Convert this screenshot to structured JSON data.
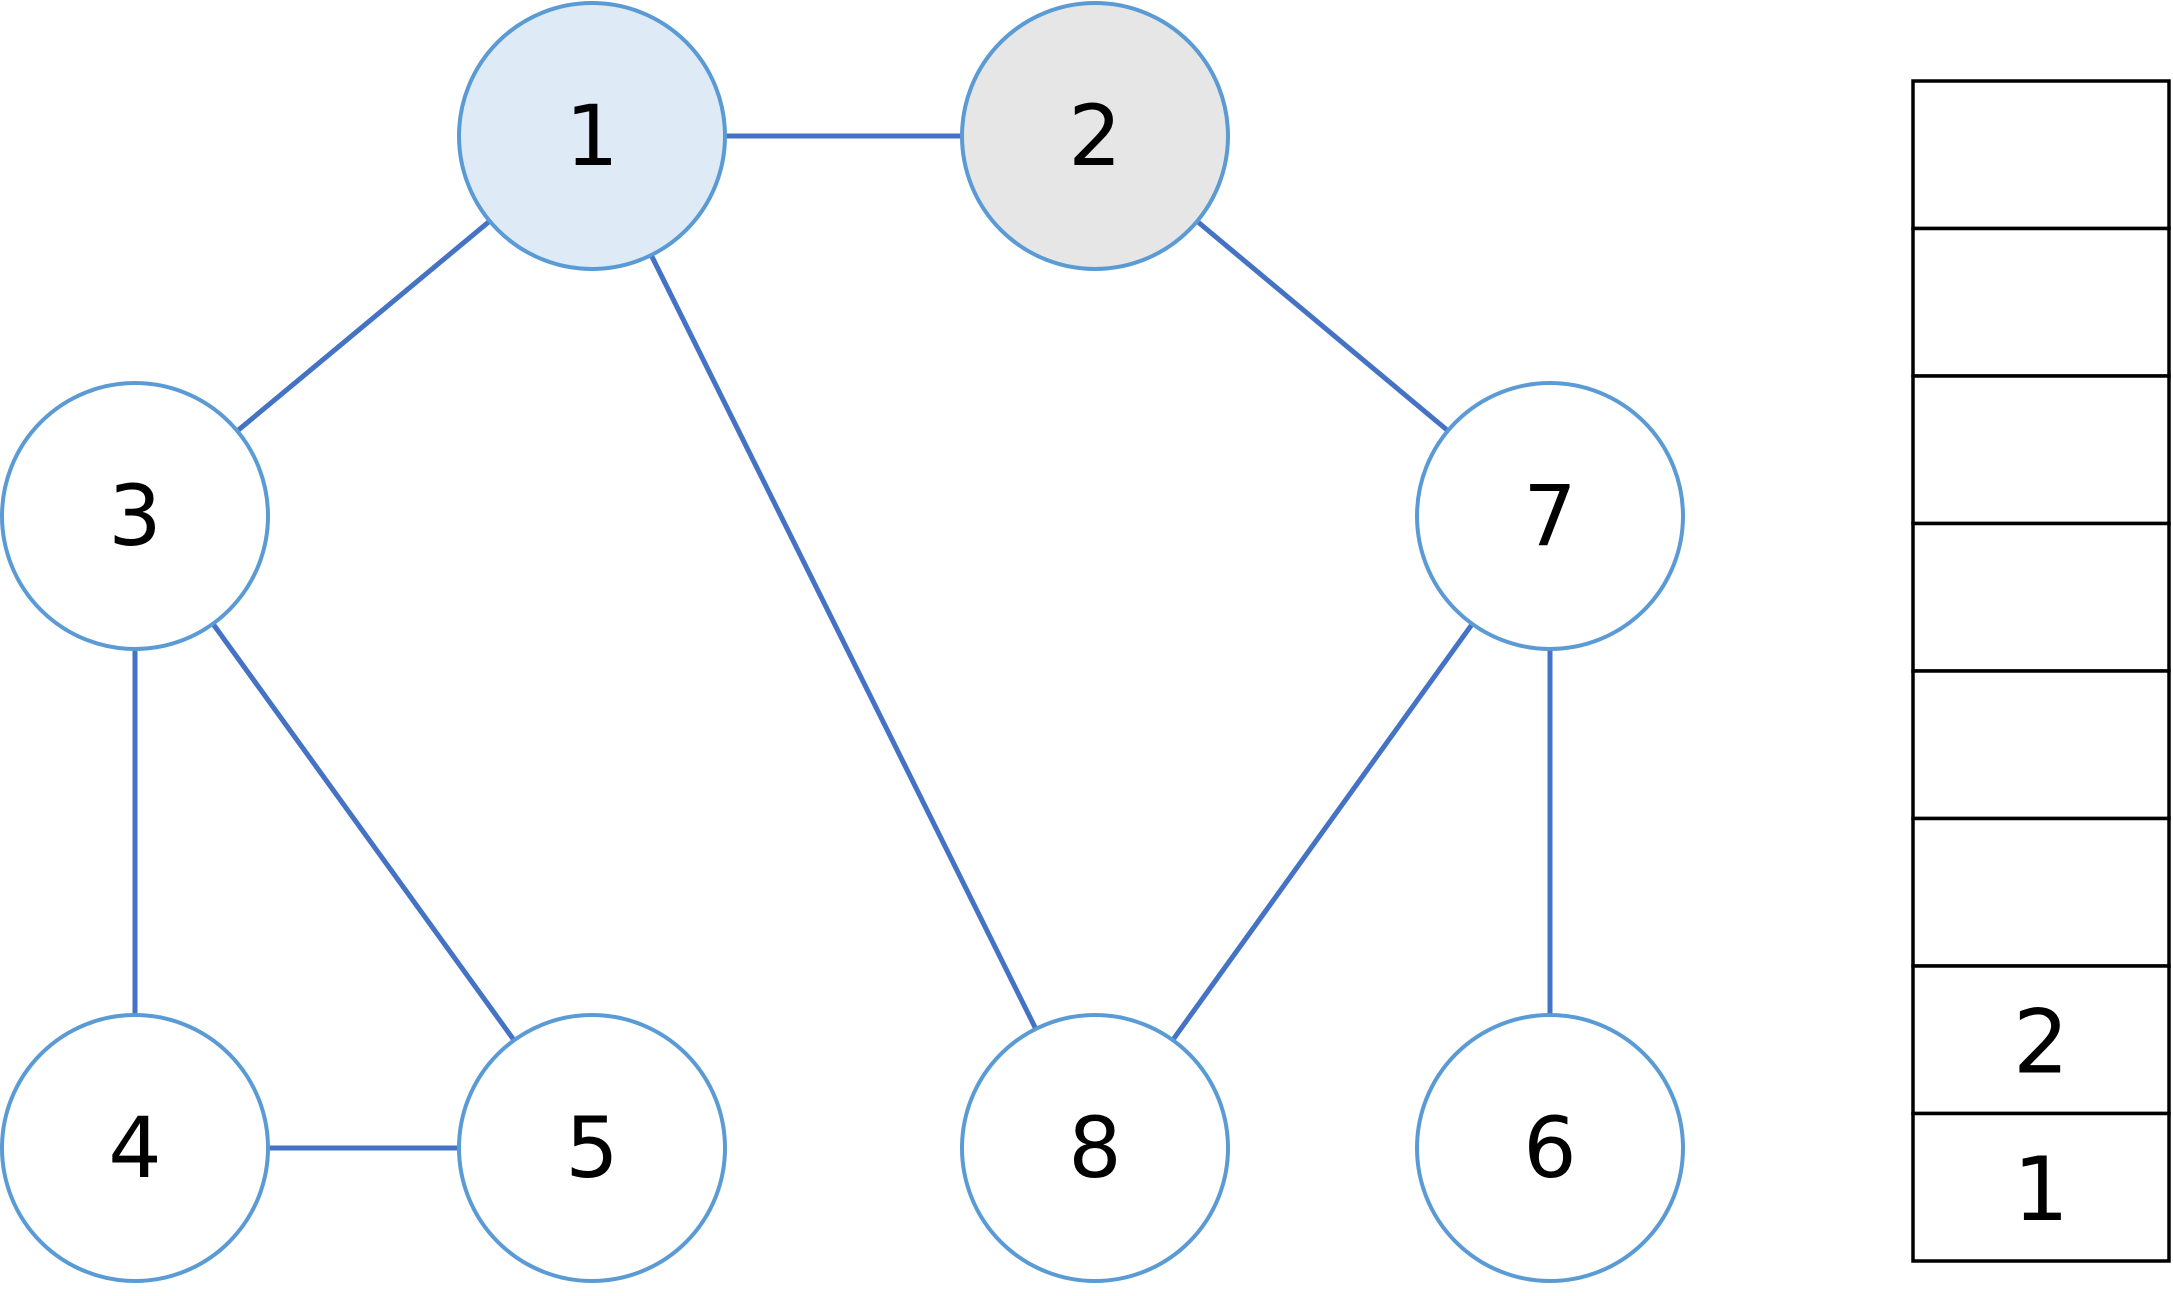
{
  "graph": {
    "nodes": [
      {
        "id": "1",
        "label": "1",
        "fill": "#deebf7"
      },
      {
        "id": "2",
        "label": "2",
        "fill": "#e6e6e6"
      },
      {
        "id": "3",
        "label": "3",
        "fill": "#ffffff"
      },
      {
        "id": "4",
        "label": "4",
        "fill": "#ffffff"
      },
      {
        "id": "5",
        "label": "5",
        "fill": "#ffffff"
      },
      {
        "id": "6",
        "label": "6",
        "fill": "#ffffff"
      },
      {
        "id": "7",
        "label": "7",
        "fill": "#ffffff"
      },
      {
        "id": "8",
        "label": "8",
        "fill": "#ffffff"
      }
    ],
    "edges": [
      [
        "1",
        "2"
      ],
      [
        "1",
        "3"
      ],
      [
        "1",
        "8"
      ],
      [
        "2",
        "7"
      ],
      [
        "3",
        "4"
      ],
      [
        "3",
        "5"
      ],
      [
        "4",
        "5"
      ],
      [
        "7",
        "8"
      ],
      [
        "7",
        "6"
      ]
    ],
    "colors": {
      "edge": "#4472c4",
      "node_outline": "#5b9bd5"
    }
  },
  "stack": {
    "cells": [
      "",
      "",
      "",
      "",
      "",
      "",
      "2",
      "1"
    ]
  }
}
